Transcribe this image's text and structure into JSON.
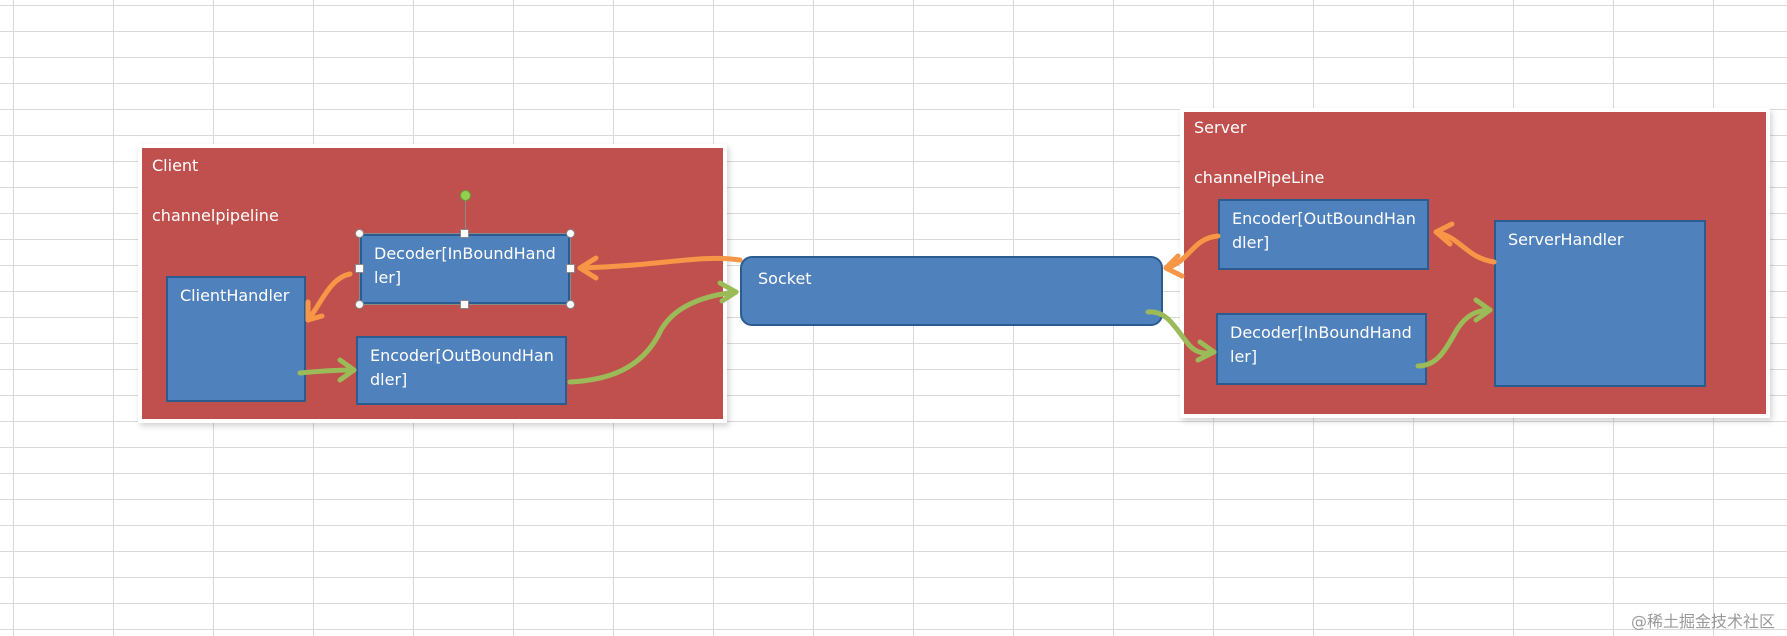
{
  "client": {
    "title": "Client",
    "pipeline_label": "channelpipeline",
    "handler": "ClientHandler",
    "decoder": "Decoder[InBoundHandler]",
    "encoder": "Encoder[OutBoundHandler]"
  },
  "socket": {
    "label": "Socket"
  },
  "server": {
    "title": "Server",
    "pipeline_label": "channelPipeLine",
    "handler": "ServerHandler",
    "decoder": "Decoder[InBoundHandler]",
    "encoder": "Encoder[OutBoundHandler]"
  },
  "colors": {
    "container_fill": "#c0504d",
    "box_fill": "#4f81bd",
    "outbound_arrow": "#f79646",
    "inbound_arrow": "#9bbb59"
  },
  "watermark": "@稀土掘金技术社区"
}
